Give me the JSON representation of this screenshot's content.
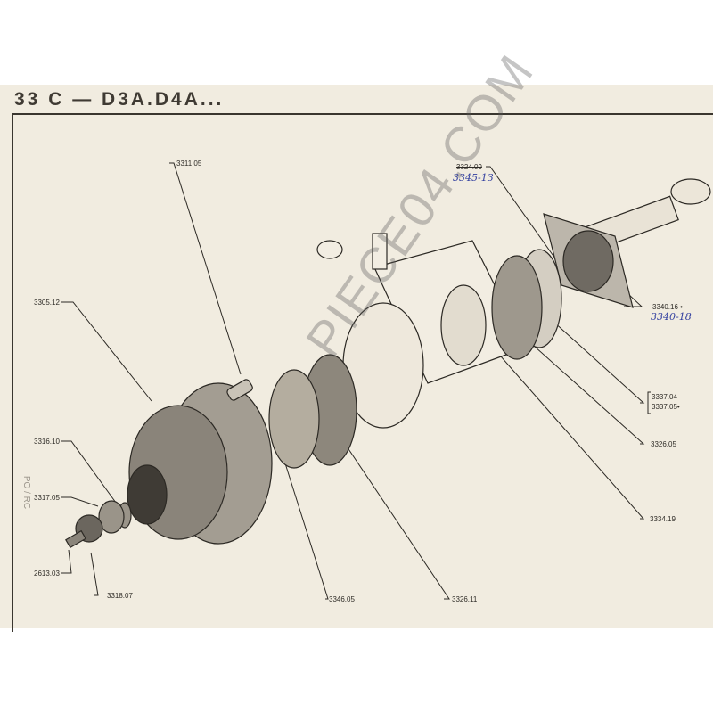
{
  "header": {
    "title": "33 C — D3A.D4A..."
  },
  "side_note": "PO / RC",
  "watermark": "PIECE04.COM",
  "callouts": {
    "c3311_05": "3311.05",
    "c3305_12": "3305.12",
    "c3316_10": "3316.10",
    "c3317_05": "3317.05",
    "c2613_03": "2613.03",
    "c3318_07": "3318.07",
    "c3346_05": "3346.05",
    "c3326_11": "3326.11",
    "c3334_19": "3334.19",
    "c3326_05": "3326.05",
    "c3337_04": "3337.04",
    "c3337_05": "3337.05",
    "c3340_16": "3340.16",
    "c3324_09_struck": "3324.09",
    "c3324_09_handwritten": "3345-13",
    "c3340_16_handwritten": "3340-18"
  }
}
